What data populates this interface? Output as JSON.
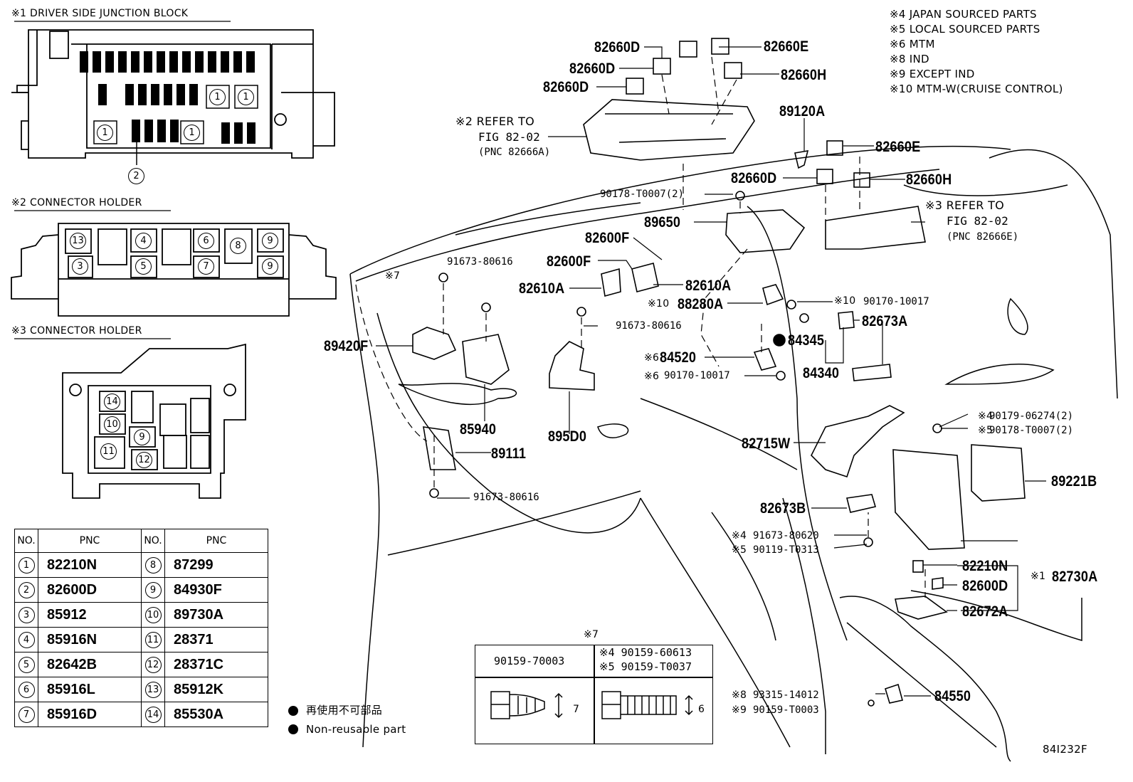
{
  "sections": {
    "junction_block_title": "※1 DRIVER SIDE JUNCTION BLOCK",
    "holder2_title": "※2 CONNECTOR HOLDER",
    "holder3_title": "※3 CONNECTOR HOLDER"
  },
  "notes": [
    "※4 JAPAN SOURCED PARTS",
    "※5 LOCAL SOURCED PARTS",
    "※6 MTM",
    "※8 IND",
    "※9 EXCEPT IND",
    "※10 MTM-W(CRUISE CONTROL)"
  ],
  "refs": {
    "ref2_a": "※2 REFER TO",
    "ref2_b": "FIG 82-02",
    "ref2_c": "(PNC 82666A)",
    "ref3_a": "※3 REFER TO",
    "ref3_b": "FIG 82-02",
    "ref3_c": "(PNC 82666E)"
  },
  "parts": {
    "p82660D_1": "82660D",
    "p82660E_1": "82660E",
    "p82660D_2": "82660D",
    "p82660H_1": "82660H",
    "p82660D_3": "82660D",
    "p89120A": "89120A",
    "p82660E_2": "82660E",
    "p82660D_4": "82660D",
    "p82660H_2": "82660H",
    "p89650": "89650",
    "p82600F_1": "82600F",
    "p82600F_2": "82600F",
    "p82610A_1": "82610A",
    "p82610A_2": "82610A",
    "p88280A": "88280A",
    "p82673A": "82673A",
    "p89420F": "89420F",
    "p84345": "84345",
    "p84520": "84520",
    "p84340": "84340",
    "p85940": "85940",
    "p895D0": "895D0",
    "p89111": "89111",
    "p82715W": "82715W",
    "p89221B": "89221B",
    "p82673B": "82673B",
    "p82210N": "82210N",
    "p82730A": "82730A",
    "p82600D": "82600D",
    "p82672A": "82672A",
    "p84550": "84550"
  },
  "small_parts": {
    "s90178_top": "90178-T0007(2)",
    "s91673_a": "91673-80616",
    "s91673_b": "91673-80616",
    "s91673_c": "91673-80616",
    "s90170_a": "90170-10017",
    "s90170_b": "90170-10017",
    "s90179": "90179-06274(2)",
    "s90178_b": "90178-T0007(2)",
    "s91673_620": "91673-80620",
    "s90119": "90119-T0313",
    "s93315": "93315-14012",
    "s90159_t3": "90159-T0003"
  },
  "markers": {
    "m7a": "※7",
    "m10a": "※10",
    "m10b": "※10",
    "m6a": "※6",
    "m6b": "※6",
    "m4a": "※4",
    "m5a": "※5",
    "m4b": "※4",
    "m5b": "※5",
    "m1": "※1",
    "m8": "※8",
    "m9": "※9",
    "m7b": "※7"
  },
  "table": {
    "head_no": "NO.",
    "head_pnc": "PNC",
    "rows": [
      {
        "n1": "1",
        "p1": "82210N",
        "n2": "8",
        "p2": "87299"
      },
      {
        "n1": "2",
        "p1": "82600D",
        "n2": "9",
        "p2": "84930F"
      },
      {
        "n1": "3",
        "p1": "85912",
        "n2": "10",
        "p2": "89730A"
      },
      {
        "n1": "4",
        "p1": "85916N",
        "n2": "11",
        "p2": "28371"
      },
      {
        "n1": "5",
        "p1": "82642B",
        "n2": "12",
        "p2": "28371C"
      },
      {
        "n1": "6",
        "p1": "85916L",
        "n2": "13",
        "p2": "85912K"
      },
      {
        "n1": "7",
        "p1": "85916D",
        "n2": "14",
        "p2": "85530A"
      }
    ]
  },
  "bolt_table": {
    "left_part": "90159-70003",
    "right_a": "※4 90159-60613",
    "right_b": "※5 90159-T0037",
    "dim_left": "7",
    "dim_right": "6"
  },
  "legend": {
    "jp": "再使用不可部品",
    "en": "Non-reusable part"
  },
  "figure_id": "84I232F",
  "jb_circles": [
    "1",
    "1",
    "1",
    "1",
    "2"
  ],
  "h2_circles": [
    "13",
    "4",
    "6",
    "8",
    "9",
    "3",
    "5",
    "7",
    "9"
  ],
  "h3_circles": [
    "14",
    "10",
    "9",
    "11",
    "12"
  ]
}
